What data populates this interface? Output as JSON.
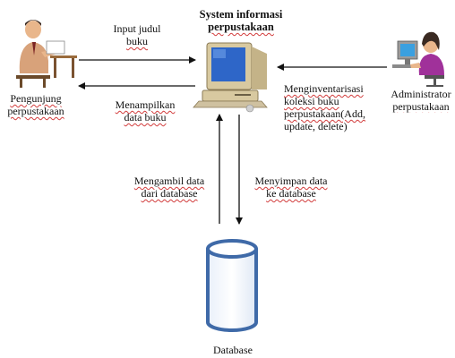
{
  "system": {
    "line1": "System informasi",
    "line2": "perpustakaan"
  },
  "visitor": {
    "line1": "Pengunjung",
    "line2": "perpustakaan"
  },
  "admin": {
    "line1": "Administrator",
    "line2": "perpustakaan"
  },
  "database": {
    "label": "Database"
  },
  "flows": {
    "input_book": {
      "line1": "Input judul",
      "line2": "buku"
    },
    "show_book": {
      "line1": "Menampilkan",
      "line2": "data buku"
    },
    "inventory": {
      "line1": "Menginventarisasi",
      "line2": "koleksi buku",
      "line3": "perpustakaan(Add,",
      "line4": "update, delete)"
    },
    "fetch_db": {
      "line1": "Mengambil data",
      "line2": "dari database"
    },
    "save_db": {
      "line1": "Menyimpan data",
      "line2": "ke database"
    }
  },
  "colors": {
    "arrow": "#111111",
    "db_stroke": "#3f6aa8",
    "monitor_body": "#d8c9a0",
    "screen": "#2e66c8",
    "admin_shirt": "#a0319a",
    "visitor_shirt": "#d8a27a",
    "spellcheck": "#d23c3c"
  }
}
